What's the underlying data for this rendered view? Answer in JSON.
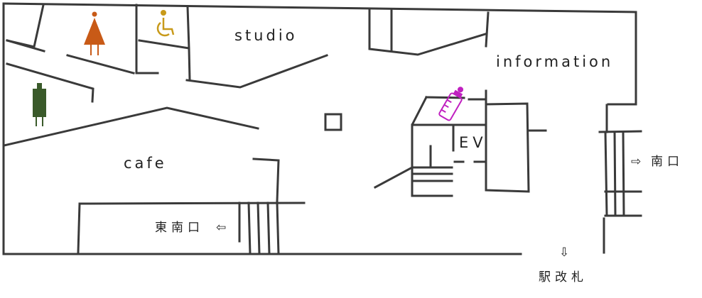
{
  "rooms": {
    "studio": "studio",
    "information": "information",
    "cafe": "cafe",
    "elevator": "EV"
  },
  "exits": {
    "east_south": {
      "label": "東南口",
      "arrow": "⇦"
    },
    "south": {
      "label": "南口",
      "arrow": "⇨"
    },
    "ticket_gate": {
      "label": "駅改札",
      "arrow": "⇩"
    }
  },
  "icons": {
    "womens_restroom": {
      "name": "womens-restroom-icon",
      "color": "#c85a17"
    },
    "accessible_restroom": {
      "name": "wheelchair-icon",
      "color": "#c89a1a"
    },
    "mens_restroom": {
      "name": "mens-restroom-icon",
      "color": "#3a5a2a"
    },
    "nursing_room": {
      "name": "baby-bottle-icon",
      "color": "#c020c0"
    }
  },
  "colors": {
    "wall": "#3a3a3a",
    "text": "#222222",
    "background": "#ffffff"
  }
}
